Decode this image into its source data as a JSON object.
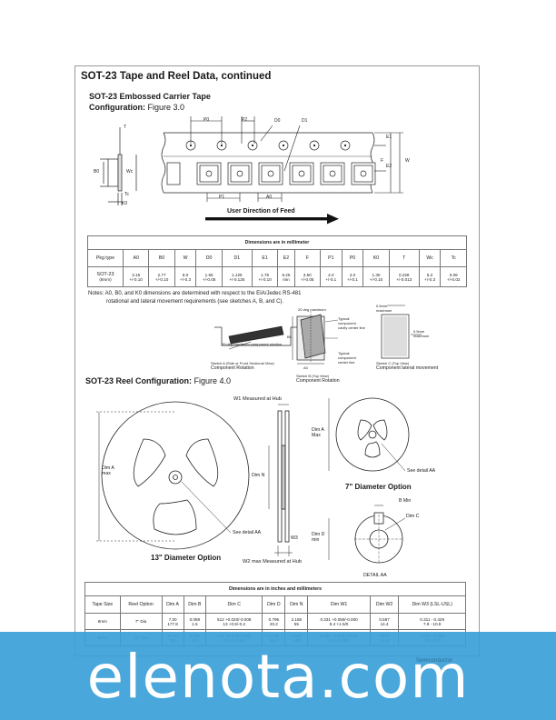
{
  "page": {
    "title": "SOT-23 Tape and Reel Data, continued",
    "tape_heading": "SOT-23 Embossed Carrier Tape",
    "tape_config_label": "Configuration:",
    "tape_config_ref": "Figure 3.0",
    "feed_label": "User Direction of Feed",
    "reel_heading": "SOT-23 Reel Configuration:",
    "reel_config_ref": "Figure 4.0"
  },
  "tape_labels": {
    "T": "T",
    "B0": "B0",
    "Wc": "Wc",
    "Tc": "Tc",
    "K0": "K0",
    "P0": "P0",
    "P2": "P2",
    "D0": "D0",
    "D1": "D1",
    "E1": "E1",
    "F": "F",
    "W": "W",
    "E2": "E2",
    "P1": "P1",
    "A0": "A0"
  },
  "tape_table": {
    "caption": "Dimensions are in millimeter",
    "headers": [
      "Pkg type",
      "A0",
      "B0",
      "W",
      "D0",
      "D1",
      "E1",
      "E2",
      "F",
      "P1",
      "P0",
      "K0",
      "T",
      "Wc",
      "Tc"
    ],
    "row": {
      "pkg": "SOT-23",
      "pkg_sub": "(8mm)",
      "cells": [
        [
          "3.15",
          "+/-0.10"
        ],
        [
          "2.77",
          "+/-0.10"
        ],
        [
          "8.0",
          "+/-0.3"
        ],
        [
          "1.55",
          "+/-0.05"
        ],
        [
          "1.125",
          "+/-0.125"
        ],
        [
          "1.75",
          "+/-0.10"
        ],
        [
          "6.25",
          "min"
        ],
        [
          "3.50",
          "+/-0.05"
        ],
        [
          "4.0",
          "+/-0.1"
        ],
        [
          "4.0",
          "+/-0.1"
        ],
        [
          "1.30",
          "+/-0.10"
        ],
        [
          "0.228",
          "+/-0.013"
        ],
        [
          "5.2",
          "+/-0.3"
        ],
        [
          "0.06",
          "+/-0.02"
        ]
      ]
    }
  },
  "notes": {
    "line1": "Notes:  A0, B0, and K0 dimensions are determined with respect to the EIA/Jedec RS-481",
    "line2": "rotational and lateral movement requirements (see sketches A, B, and C)."
  },
  "sketches": {
    "a_angle": "20 deg maximum component rotation",
    "a_caption": "Sketch A (Side or Front Sectional View)",
    "a_title": "Component Rotation",
    "b_angle": "20 deg maximum",
    "b_typical_cavity": "Typical component cavity center line",
    "b_typical_component": "Typical component center line",
    "b_b0": "B0",
    "b_a0": "A0",
    "b_caption": "Sketch B (Top View)",
    "b_title": "Component Rotation",
    "c_max1": "0.5mm maximum",
    "c_max2": "0.5mm maximum",
    "c_caption": "Sketch C (Top View)",
    "c_title": "Component lateral movement"
  },
  "reel_labels": {
    "w1": "W1 Measured at Hub",
    "dim_a_max": "Dim A max",
    "dim_n": "Dim N",
    "see_detail": "See detail AA",
    "w3": "W3",
    "w2": "W2 max Measured at Hub",
    "thirteen": "13\" Diameter Option",
    "seven": "7\" Diameter Option",
    "dim_a_max2": "Dim A Max",
    "see_detail2": "See detail AA",
    "b_min": "B Min",
    "dim_c": "Dim C",
    "dim_d_min": "Dim D min",
    "detail_aa": "DETAIL AA"
  },
  "reel_table": {
    "caption": "Dimensions are in inches and millimeters",
    "headers": [
      "Tape Size",
      "Reel Option",
      "Dim A",
      "Dim B",
      "Dim C",
      "Dim D",
      "Dim N",
      "Dim W1",
      "Dim W2",
      "Dim W3 (LSL-USL)"
    ],
    "rows": [
      {
        "cells": [
          [
            "8mm"
          ],
          [
            "7\" Dia"
          ],
          [
            "7.00",
            "177.8"
          ],
          [
            "0.059",
            "1.5"
          ],
          [
            "512 +0.020/-0.008",
            "13 +0.5/-0.2"
          ],
          [
            "0.795",
            "20.2"
          ],
          [
            "2.165",
            "55"
          ],
          [
            "0.331 +0.059/-0.000",
            "8.4 +1.5/0"
          ],
          [
            "0.567",
            "14.4"
          ],
          [
            "0.311 - 0.429",
            "7.9 - 10.9"
          ]
        ]
      },
      {
        "cells": [
          [
            "8mm"
          ],
          [
            "13\" Dia"
          ],
          [
            "13.00",
            "330"
          ],
          [
            "0.059",
            "1.5"
          ],
          [
            "512 +0.020/-0.008",
            "13 +0.5/-0.2"
          ],
          [
            "0.795",
            "20.2"
          ],
          [
            "3.937",
            "100"
          ],
          [
            "0.331 +0.059/-0.000",
            "8.4 +1.5/0"
          ],
          [
            "0.567",
            "14.4"
          ],
          [
            "0.311 - 0.429",
            "7.9 - 10.9"
          ]
        ]
      }
    ]
  },
  "watermark": {
    "text": "elenota.com",
    "corner_text": "Semiconductor"
  }
}
